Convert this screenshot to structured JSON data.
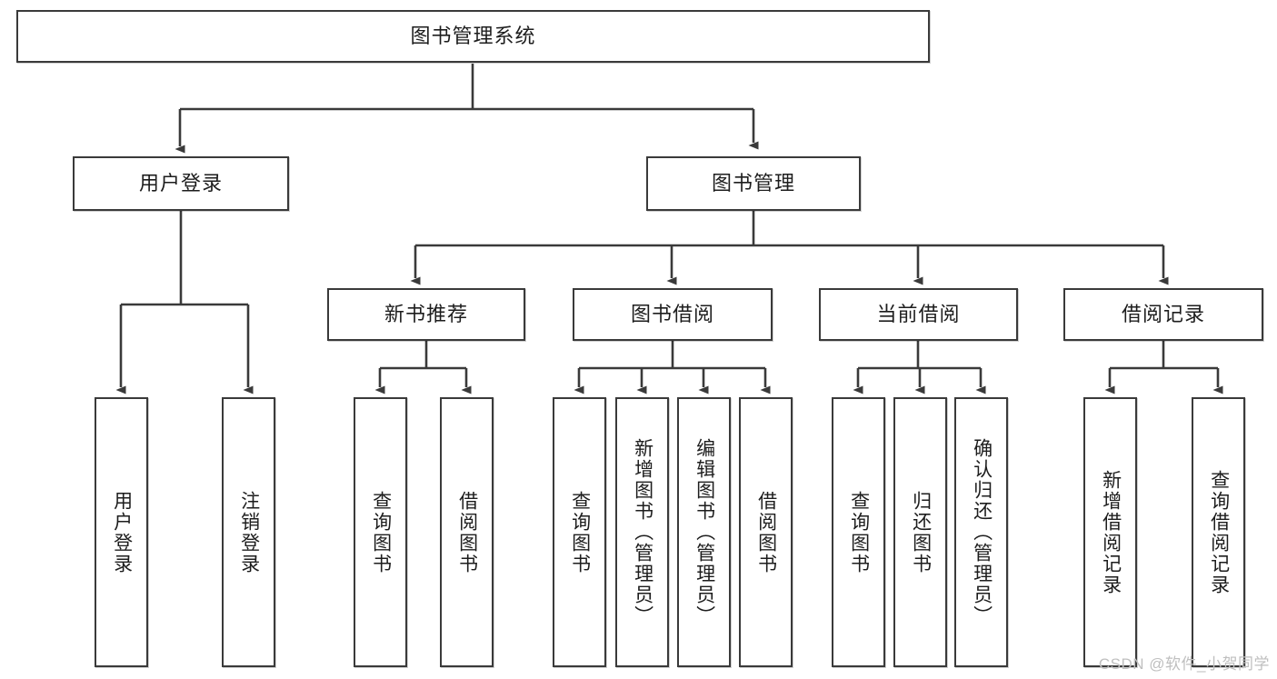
{
  "diagram": {
    "title_node": {
      "label": "图书管理系统"
    },
    "level1": [
      {
        "id": "user-login",
        "label": "用户登录"
      },
      {
        "id": "book-management",
        "label": "图书管理"
      }
    ],
    "level2": [
      {
        "id": "new-book-recommend",
        "label": "新书推荐"
      },
      {
        "id": "book-borrow",
        "label": "图书借阅"
      },
      {
        "id": "current-borrow",
        "label": "当前借阅"
      },
      {
        "id": "borrow-record",
        "label": "借阅记录"
      }
    ],
    "leaves": [
      {
        "id": "leaf-user-login",
        "label": "用户登录"
      },
      {
        "id": "leaf-logout-login",
        "label": "注销登录"
      },
      {
        "id": "leaf-query-book-1",
        "label": "查询图书"
      },
      {
        "id": "leaf-borrow-book-1",
        "label": "借阅图书"
      },
      {
        "id": "leaf-query-book-2",
        "label": "查询图书"
      },
      {
        "id": "leaf-add-book",
        "label": "新增图书（管理员）"
      },
      {
        "id": "leaf-edit-book",
        "label": "编辑图书（管理员）"
      },
      {
        "id": "leaf-borrow-book-2",
        "label": "借阅图书"
      },
      {
        "id": "leaf-query-book-3",
        "label": "查询图书"
      },
      {
        "id": "leaf-return-book",
        "label": "归还图书"
      },
      {
        "id": "leaf-confirm-return",
        "label": "确认归还（管理员）"
      },
      {
        "id": "leaf-add-record",
        "label": "新增借阅记录"
      },
      {
        "id": "leaf-query-record",
        "label": "查询借阅记录"
      }
    ],
    "watermark": "CSDN @软件_小贺同学",
    "colors": {
      "stroke": "#3a3a3a",
      "fill": "#ffffff",
      "text": "#1d1d1d",
      "watermark": "#bfbfbf"
    }
  }
}
